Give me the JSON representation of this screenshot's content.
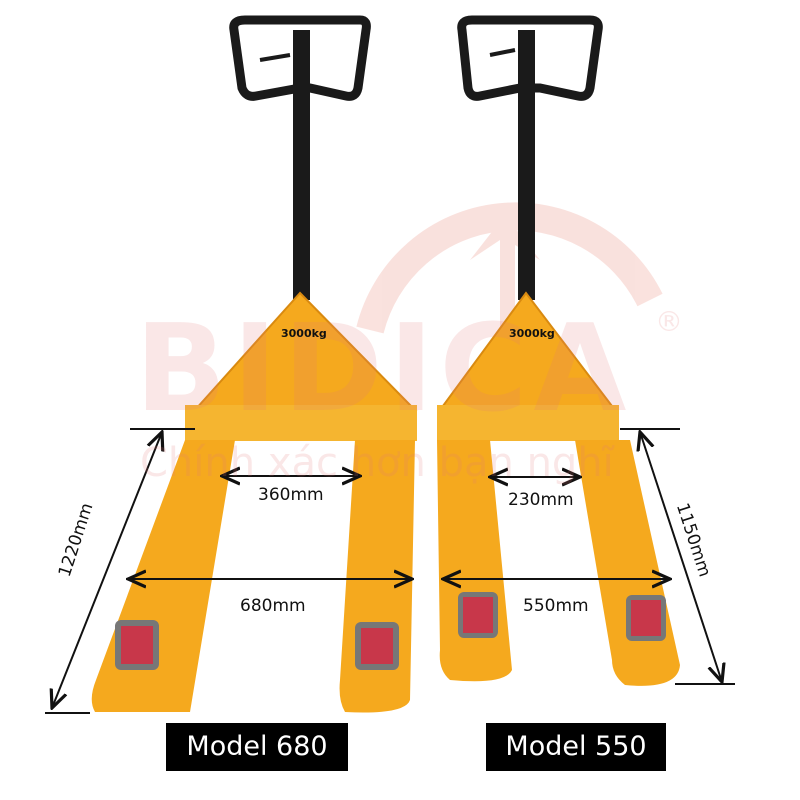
{
  "watermark": {
    "brand": "BIDICA",
    "slogan": "Chính xác hơn bạn nghĩ",
    "registered": "®"
  },
  "colors": {
    "body": "#f5a91e",
    "handle": "#1a1a1a",
    "wheel": "#c8374a",
    "watermark": "#f2c6c0"
  },
  "trucks": [
    {
      "capacity": "3000kg",
      "inner_width": "360mm",
      "outer_width": "680mm",
      "fork_length": "1220mm",
      "model": "Model 680"
    },
    {
      "capacity": "3000kg",
      "inner_width": "230mm",
      "outer_width": "550mm",
      "fork_length": "1150mm",
      "model": "Model 550"
    }
  ]
}
